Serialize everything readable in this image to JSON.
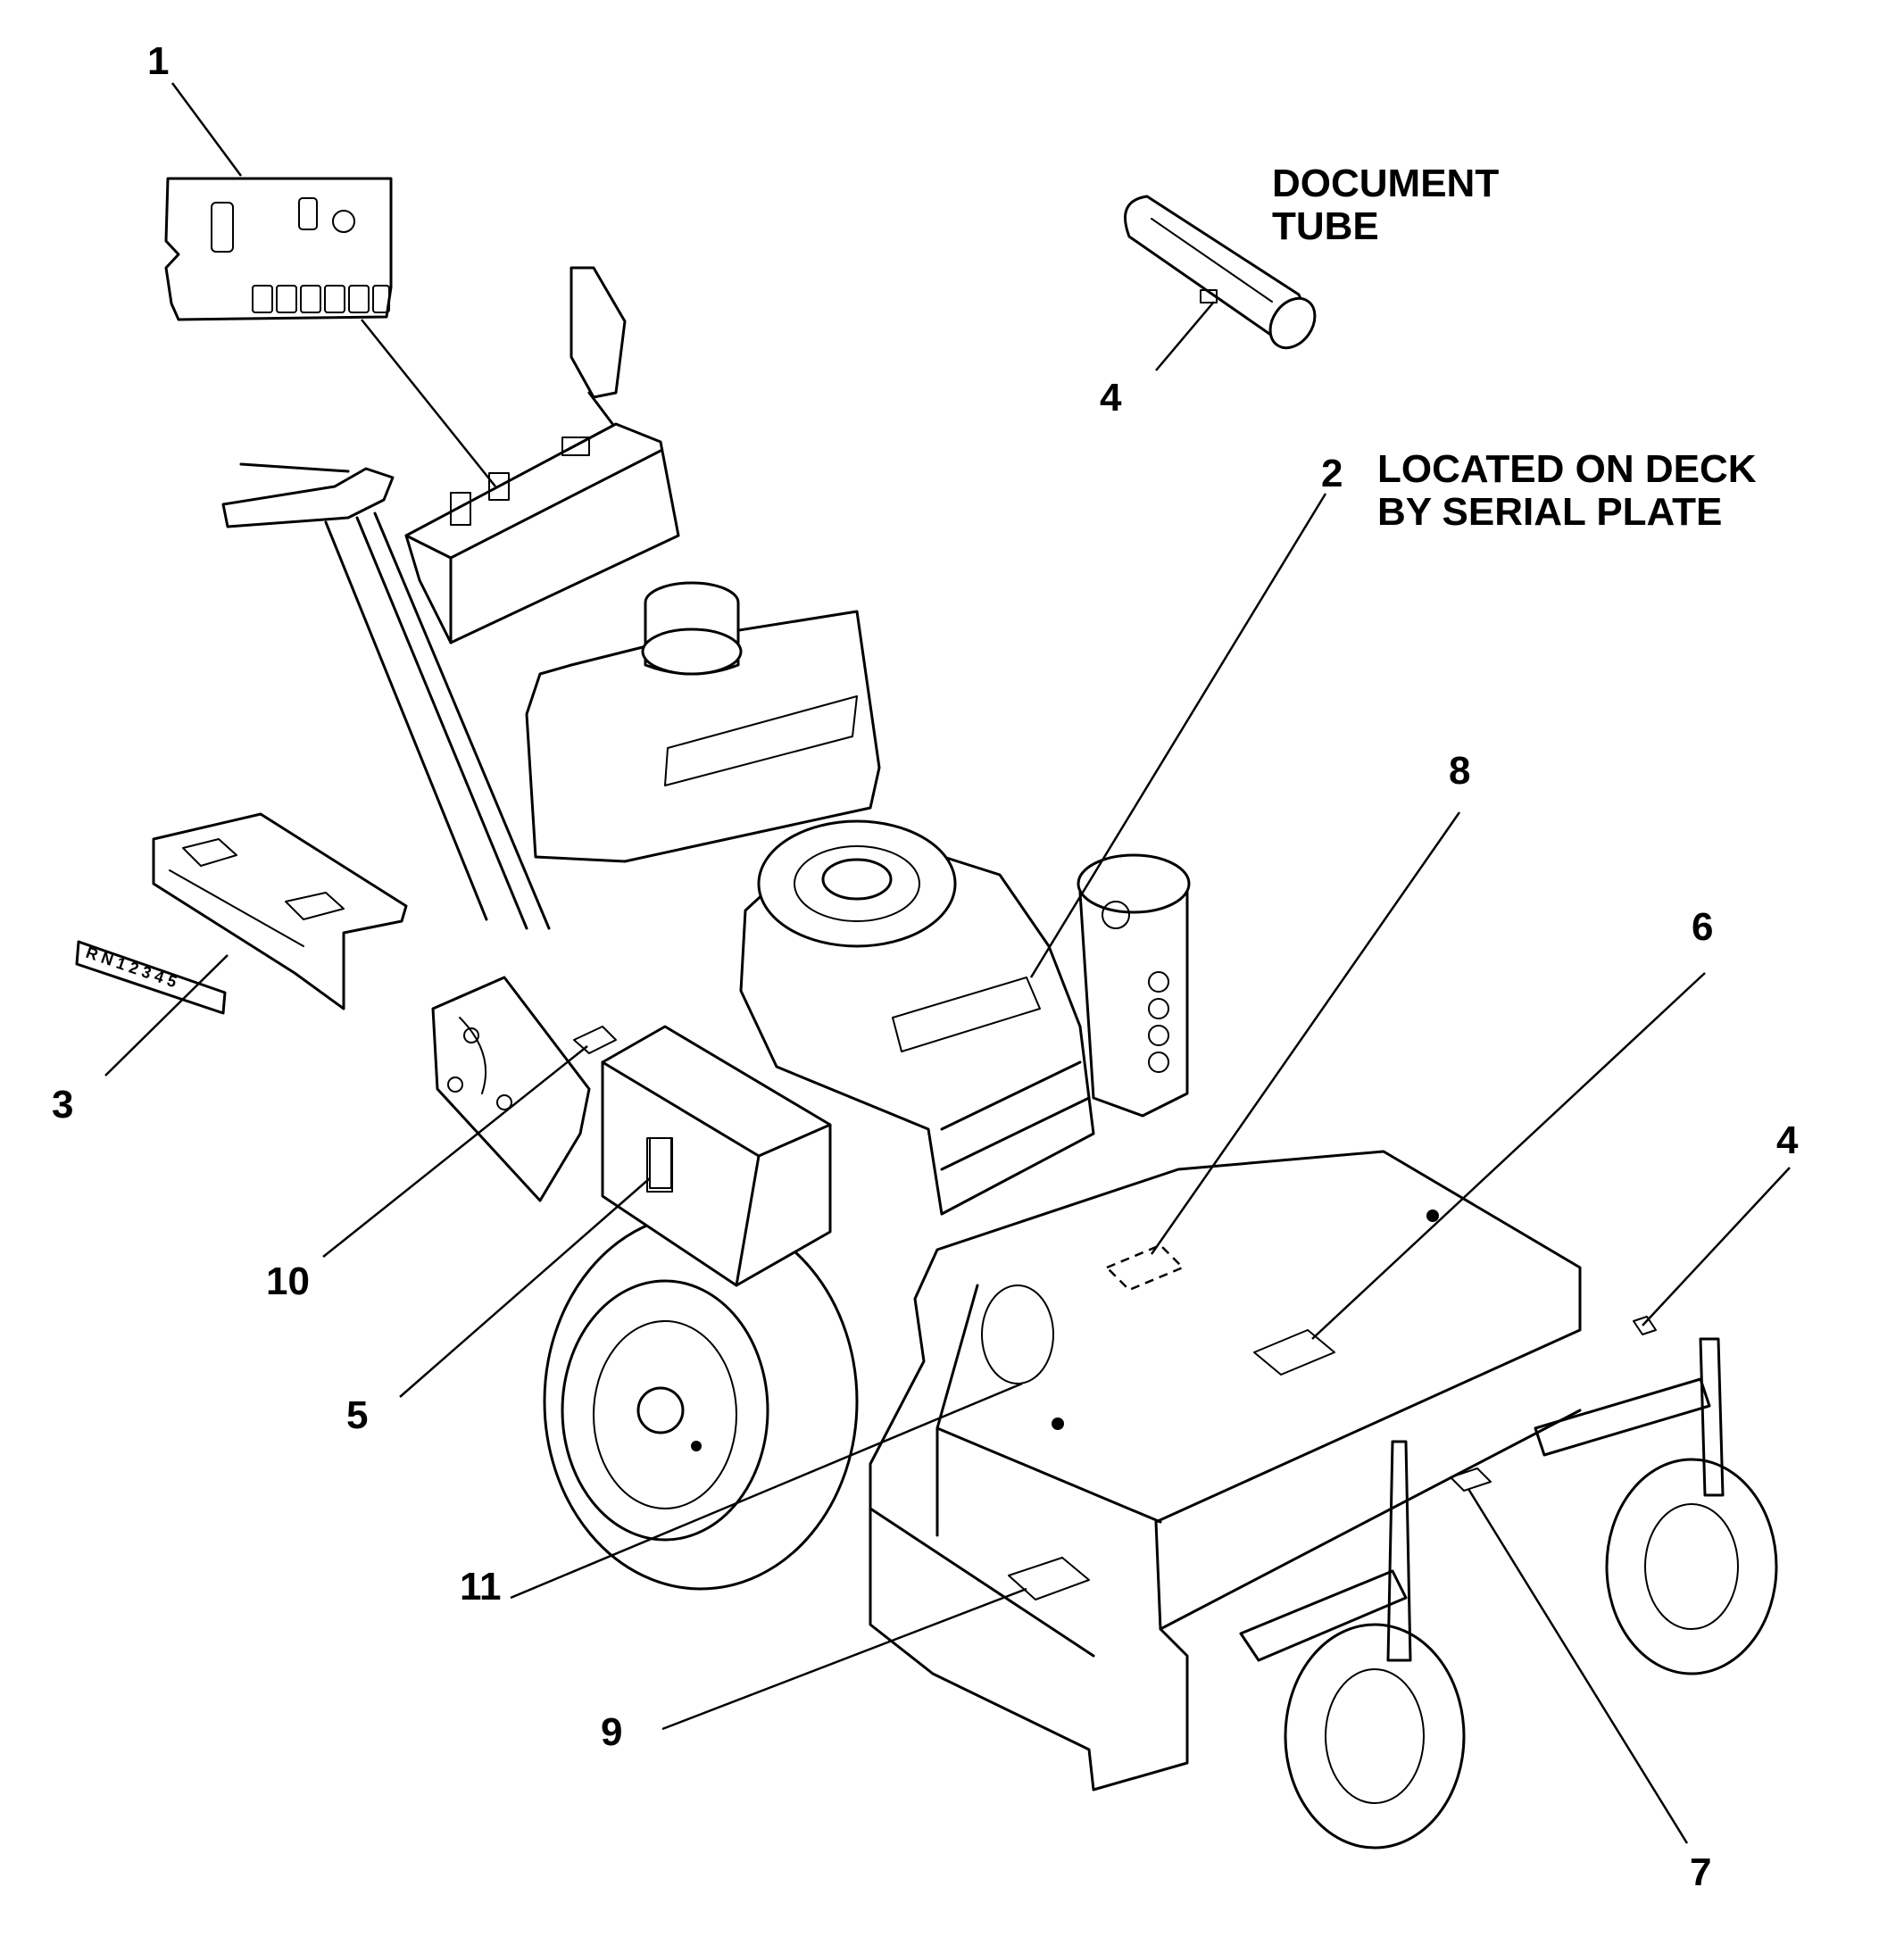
{
  "callouts": [
    {
      "id": "c1",
      "label": "1"
    },
    {
      "id": "c2",
      "label": "2"
    },
    {
      "id": "c3",
      "label": "3"
    },
    {
      "id": "c4a",
      "label": "4"
    },
    {
      "id": "c4b",
      "label": "4"
    },
    {
      "id": "c5",
      "label": "5"
    },
    {
      "id": "c6",
      "label": "6"
    },
    {
      "id": "c7",
      "label": "7"
    },
    {
      "id": "c8",
      "label": "8"
    },
    {
      "id": "c9",
      "label": "9"
    },
    {
      "id": "c10",
      "label": "10"
    },
    {
      "id": "c11",
      "label": "11"
    }
  ],
  "notes": {
    "document_tube_line1": "DOCUMENT",
    "document_tube_line2": "TUBE",
    "deck_line1": "LOCATED ON DECK",
    "deck_line2": "BY SERIAL PLATE"
  },
  "decal3_text": "R N 1 2 3 4 5"
}
